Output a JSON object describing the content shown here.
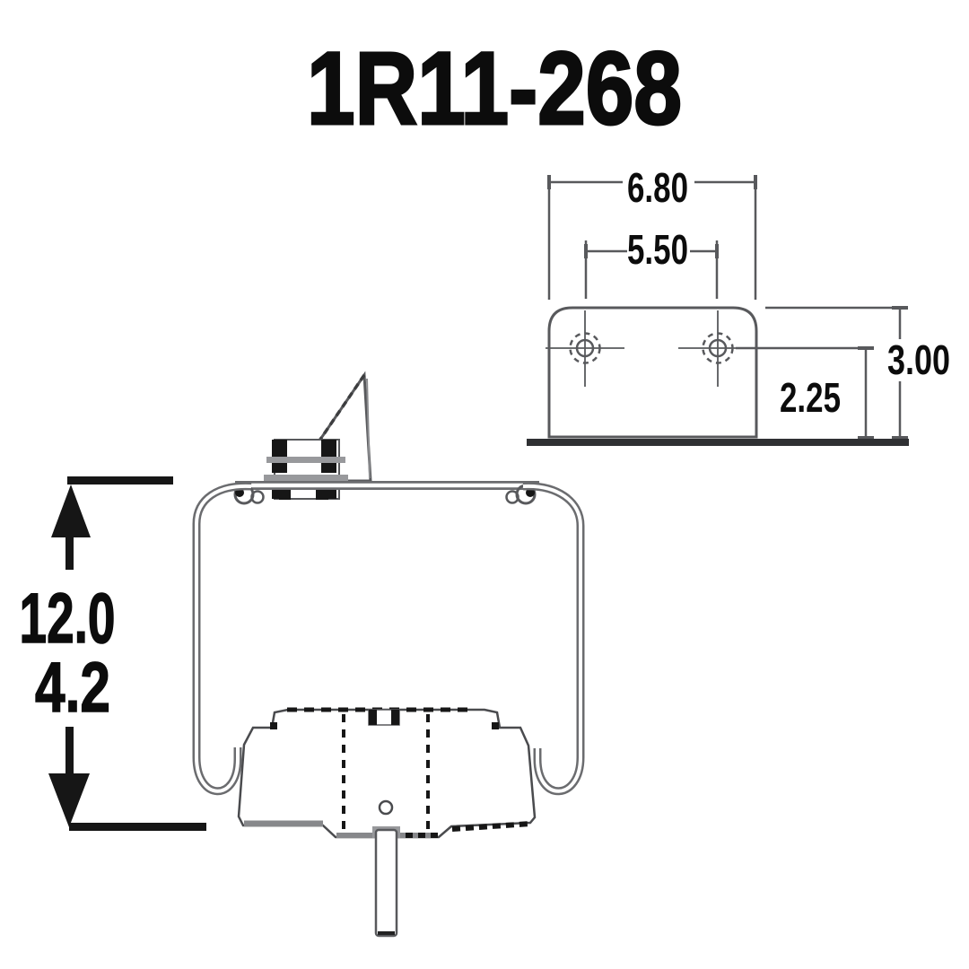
{
  "title": "1R11-268",
  "colors": {
    "background": "#ffffff",
    "line_gray": "#58595c",
    "steel_gray": "#8b8c8f",
    "black": "#161616",
    "text_black": "#0c0c0c"
  },
  "side_view": {
    "name": "air-spring-side-view",
    "height_dimension_primary": "12.0",
    "height_dimension_secondary": "4.2"
  },
  "bracket_view": {
    "name": "mounting-bracket-top-view",
    "overall_width": "6.80",
    "hole_spacing": "5.50",
    "overall_height": "3.00",
    "hole_to_base": "2.25"
  }
}
